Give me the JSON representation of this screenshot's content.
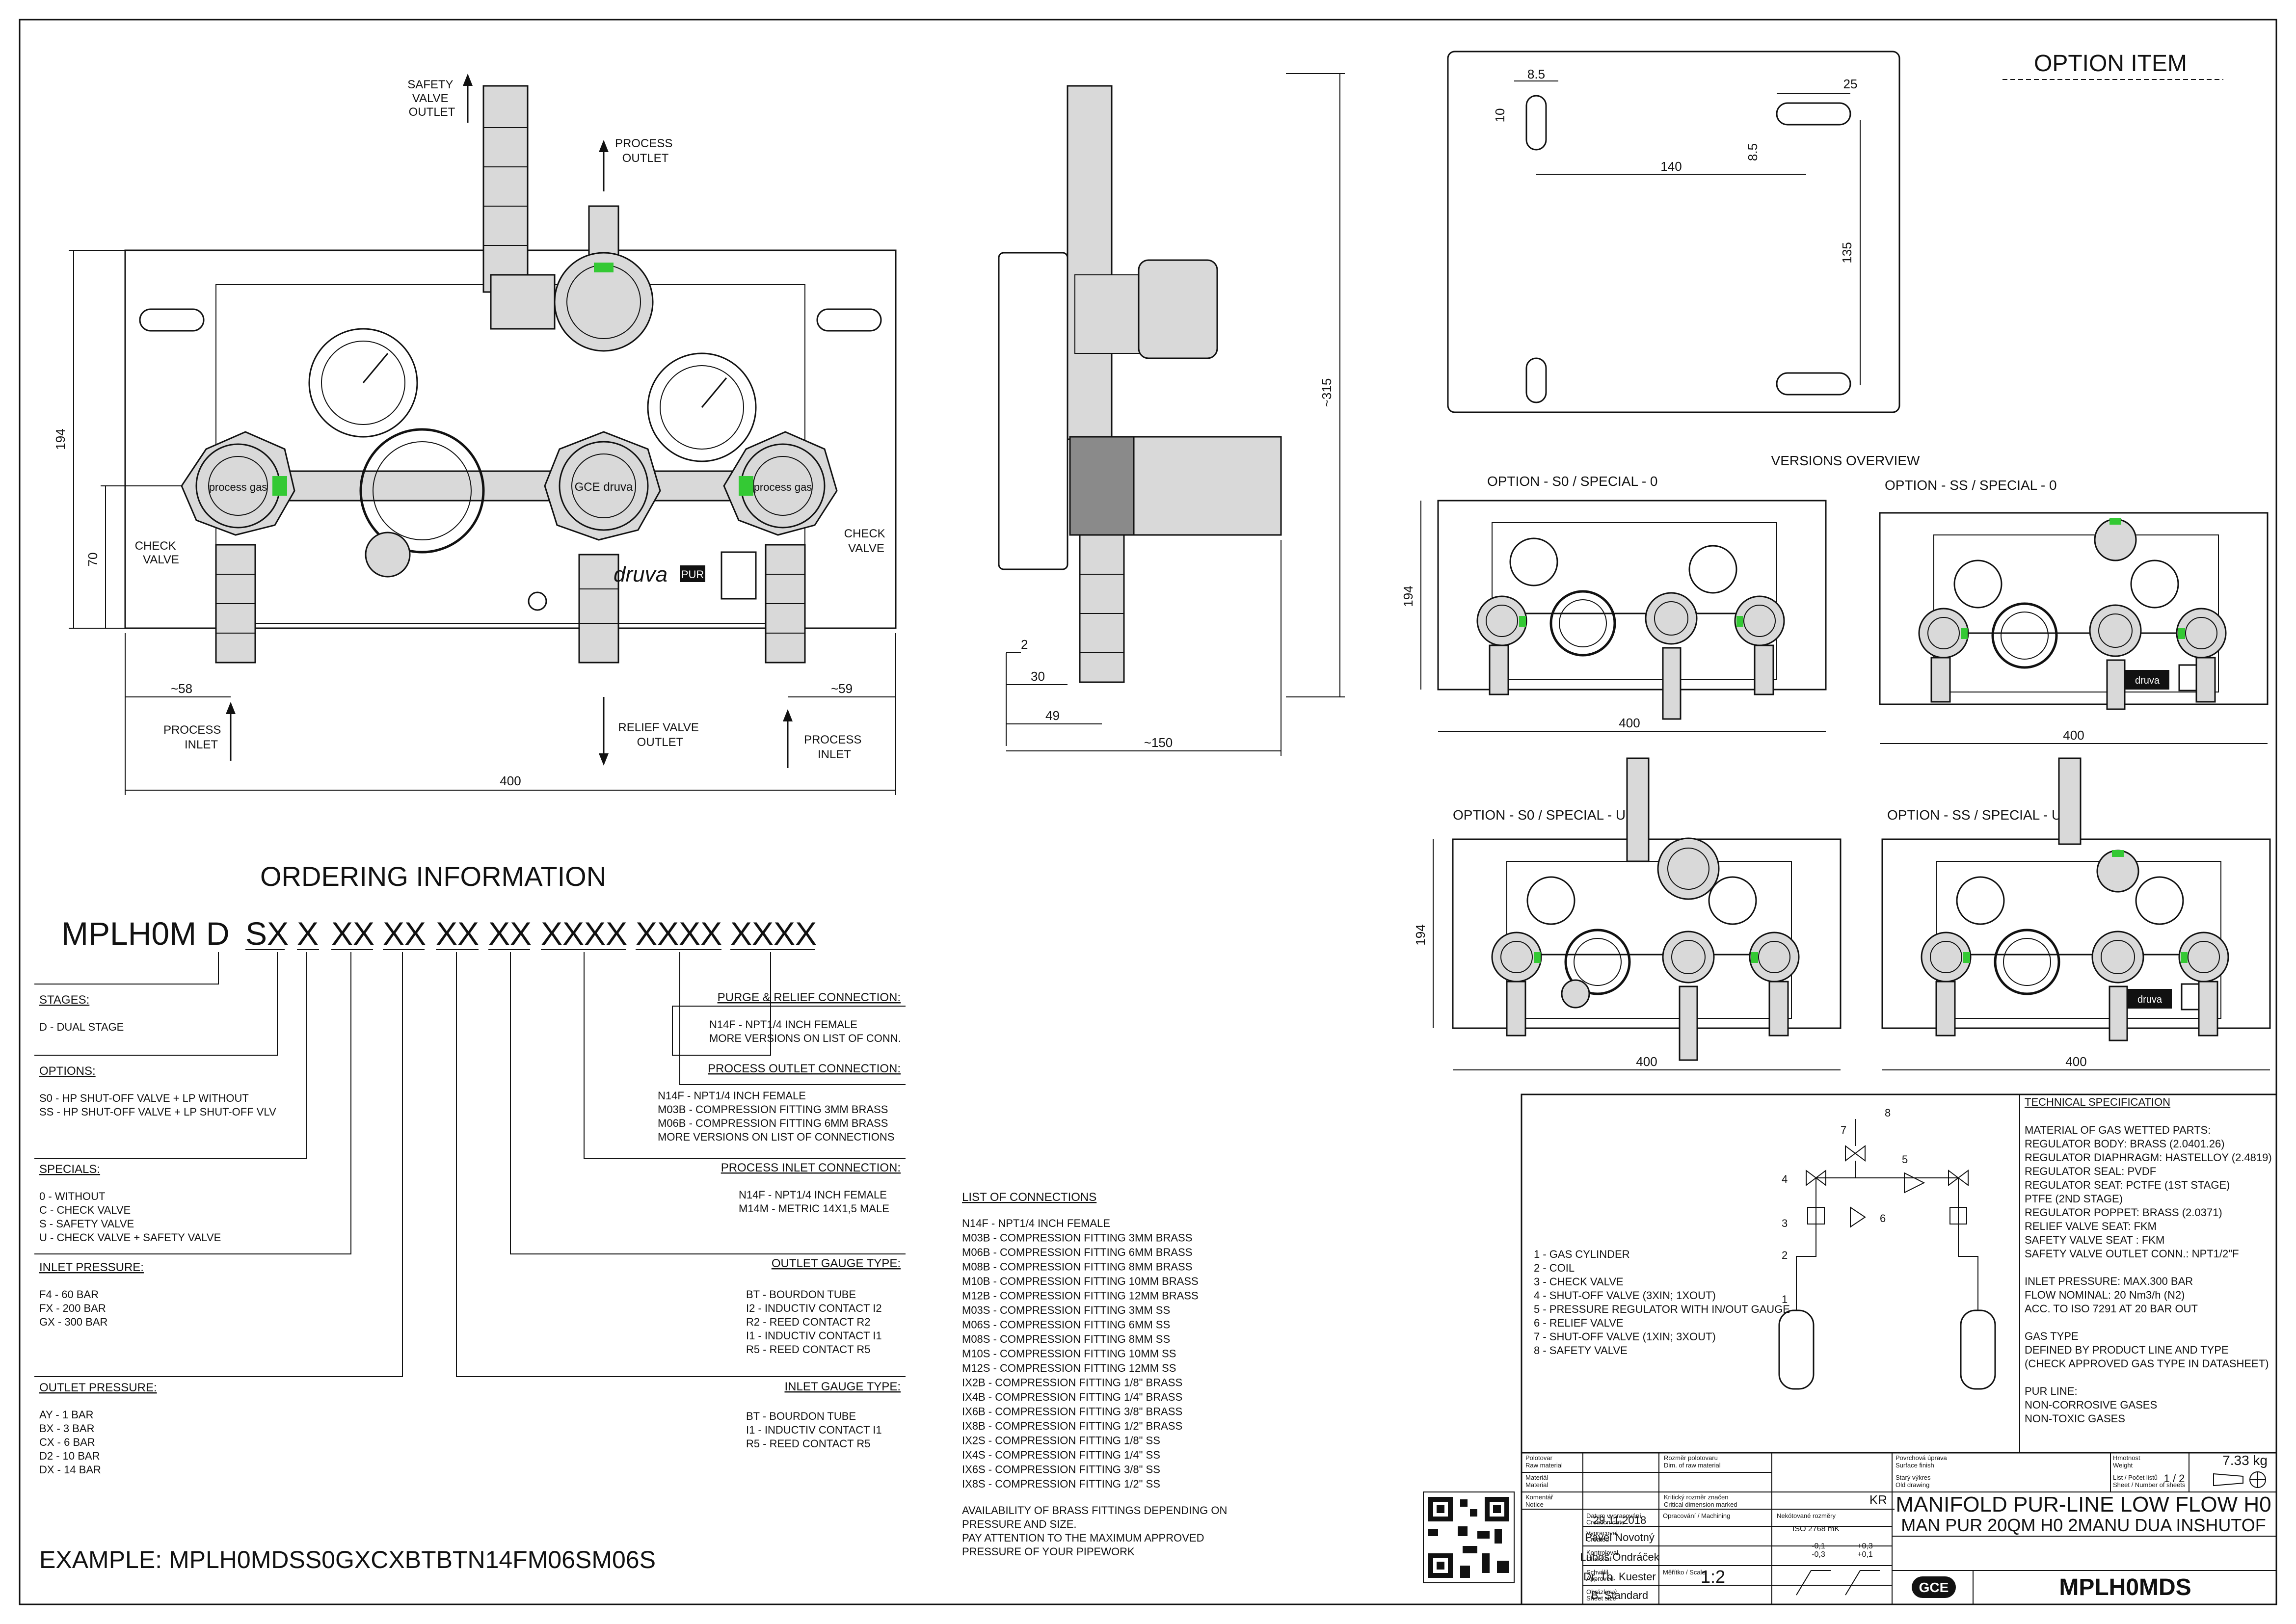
{
  "front_view": {
    "labels": {
      "safety_valve_outlet": [
        "SAFETY",
        "VALVE",
        "OUTLET"
      ],
      "process_outlet": [
        "PROCESS",
        "OUTLET"
      ],
      "check_valve_left": [
        "CHECK",
        "VALVE"
      ],
      "check_valve_right": [
        "CHECK",
        "VALVE"
      ],
      "process_inlet_left": [
        "PROCESS",
        "INLET"
      ],
      "process_inlet_right": [
        "PROCESS",
        "INLET"
      ],
      "relief_valve_outlet": [
        "RELIEF VALVE",
        "OUTLET"
      ],
      "brand": "druva",
      "brand_badge": "PUR",
      "regulator_label": "process gas",
      "center_reg_label": "GCE druva"
    },
    "dims": {
      "height": "194",
      "lower_height": "70",
      "left_offset": "~58",
      "right_offset": "~59",
      "width": "400"
    }
  },
  "side_view": {
    "dims": {
      "height": "~315",
      "d2": "2",
      "d30": "30",
      "d49": "49",
      "depth": "~150"
    }
  },
  "option_item": {
    "title": "OPTION ITEM",
    "dims": {
      "slot_w": "8.5",
      "slot_h": "10",
      "slot_len": "25",
      "slot_h2": "8.5",
      "span_x": "140",
      "span_y": "135"
    }
  },
  "versions": {
    "title": "VERSIONS OVERVIEW",
    "items": [
      {
        "label": "OPTION - S0 / SPECIAL - 0",
        "height": "194",
        "width": "400"
      },
      {
        "label": "OPTION - SS / SPECIAL - 0",
        "height": "",
        "width": "400"
      },
      {
        "label": "OPTION - S0 / SPECIAL - U",
        "height": "194",
        "width": "400"
      },
      {
        "label": "OPTION - SS / SPECIAL - U",
        "height": "",
        "width": "400"
      }
    ]
  },
  "ordering": {
    "title": "ORDERING INFORMATION",
    "code": [
      "MPLH0M",
      "D",
      "SX",
      "X",
      "XX",
      "XX",
      "XX",
      "XX",
      "XXXX",
      "XXXX",
      "XXXX"
    ],
    "stages": {
      "heading": "STAGES:",
      "lines": [
        "D - DUAL STAGE"
      ]
    },
    "options": {
      "heading": "OPTIONS:",
      "lines": [
        "S0 - HP SHUT-OFF VALVE + LP WITHOUT",
        "SS - HP SHUT-OFF VALVE + LP SHUT-OFF VLV"
      ]
    },
    "specials": {
      "heading": "SPECIALS:",
      "lines": [
        "0 - WITHOUT",
        "C - CHECK VALVE",
        "S - SAFETY VALVE",
        "U - CHECK VALVE + SAFETY VALVE"
      ]
    },
    "inlet_pressure": {
      "heading": "INLET PRESSURE:",
      "lines": [
        "F4 - 60 BAR",
        "FX - 200 BAR",
        "GX - 300 BAR"
      ]
    },
    "outlet_pressure": {
      "heading": "OUTLET PRESSURE:",
      "lines": [
        "AY - 1 BAR",
        "BX - 3 BAR",
        "CX - 6 BAR",
        "D2 - 10 BAR",
        "DX - 14 BAR"
      ]
    },
    "purge_relief": {
      "heading": "PURGE & RELIEF CONNECTION:",
      "lines": [
        "N14F - NPT1/4 INCH FEMALE",
        "MORE VERSIONS ON LIST OF CONN."
      ]
    },
    "process_outlet": {
      "heading": "PROCESS OUTLET CONNECTION:",
      "lines": [
        "N14F - NPT1/4 INCH FEMALE",
        "M03B - COMPRESSION FITTING 3MM BRASS",
        "M06B - COMPRESSION FITTING 6MM BRASS",
        "MORE VERSIONS ON LIST OF CONNECTIONS"
      ]
    },
    "process_inlet": {
      "heading": "PROCESS INLET CONNECTION:",
      "lines": [
        "N14F - NPT1/4 INCH FEMALE",
        "M14M - METRIC 14X1,5 MALE"
      ]
    },
    "outlet_gauge": {
      "heading": "OUTLET GAUGE TYPE:",
      "lines": [
        "BT - BOURDON TUBE",
        "I2 - INDUCTIV CONTACT I2",
        "R2 - REED CONTACT R2",
        "I1 - INDUCTIV CONTACT I1",
        "R5 - REED CONTACT R5"
      ]
    },
    "inlet_gauge": {
      "heading": "INLET GAUGE TYPE:",
      "lines": [
        "BT - BOURDON TUBE",
        "I1 - INDUCTIV CONTACT I1",
        "R5 - REED CONTACT R5"
      ]
    },
    "example": "EXAMPLE: MPLH0MDSS0GXCXBTBTN14FM06SM06S"
  },
  "connections": {
    "heading": "LIST OF CONNECTIONS",
    "lines": [
      "N14F - NPT1/4 INCH FEMALE",
      "M03B - COMPRESSION FITTING 3MM BRASS",
      "M06B - COMPRESSION FITTING 6MM BRASS",
      "M08B - COMPRESSION FITTING 8MM BRASS",
      "M10B - COMPRESSION FITTING 10MM BRASS",
      "M12B - COMPRESSION FITTING 12MM BRASS",
      "M03S - COMPRESSION FITTING 3MM SS",
      "M06S - COMPRESSION FITTING 6MM SS",
      "M08S - COMPRESSION FITTING 8MM SS",
      "M10S - COMPRESSION FITTING 10MM SS",
      "M12S - COMPRESSION FITTING 12MM SS",
      "IX2B - COMPRESSION FITTING 1/8\" BRASS",
      "IX4B - COMPRESSION FITTING 1/4\" BRASS",
      "IX6B - COMPRESSION FITTING 3/8\" BRASS",
      "IX8B - COMPRESSION FITTING 1/2\" BRASS",
      "IX2S - COMPRESSION FITTING 1/8\" SS",
      "IX4S - COMPRESSION FITTING 1/4\" SS",
      "IX6S - COMPRESSION FITTING 3/8\" SS",
      "IX8S - COMPRESSION FITTING 1/2\" SS"
    ],
    "note": [
      "AVAILABILITY OF BRASS FITTINGS DEPENDING ON",
      "PRESSURE AND SIZE.",
      "PAY ATTENTION TO THE MAXIMUM APPROVED",
      "PRESSURE OF YOUR PIPEWORK"
    ]
  },
  "schematic": {
    "legend": [
      "1 - GAS CYLINDER",
      "2 - COIL",
      "3 - CHECK VALVE",
      "4 - SHUT-OFF VALVE (3XIN; 1XOUT)",
      "5 - PRESSURE REGULATOR WITH IN/OUT GAUGE",
      "6 - RELIEF VALVE",
      "7 - SHUT-OFF VALVE (1XIN; 3XOUT)",
      "8 - SAFETY VALVE"
    ],
    "numbers": [
      "1",
      "2",
      "3",
      "4",
      "5",
      "6",
      "7",
      "8"
    ]
  },
  "tech_spec": {
    "heading": "TECHNICAL SPECIFICATION",
    "lines": [
      "MATERIAL OF GAS WETTED PARTS:",
      "REGULATOR BODY: BRASS (2.0401.26)",
      "REGULATOR DIAPHRAGM: HASTELLOY (2.4819)",
      "REGULATOR SEAL: PVDF",
      "REGULATOR SEAT: PCTFE (1ST STAGE)",
      "PTFE (2ND STAGE)",
      "REGULATOR POPPET: BRASS (2.0371)",
      "RELIEF VALVE SEAT: FKM",
      "SAFETY VALVE SEAT : FKM",
      "SAFETY VALVE  OUTLET CONN.: NPT1/2\"F",
      "",
      "INLET PRESSURE: MAX.300 BAR",
      "FLOW NOMINAL: 20 Nm3/h (N2)",
      "ACC. TO ISO 7291 AT 20 BAR OUT",
      "",
      "GAS TYPE",
      "DEFINED BY PRODUCT LINE AND TYPE",
      "(CHECK APPROVED GAS TYPE IN DATASHEET)",
      "",
      "PUR LINE:",
      "NON-CORROSIVE GASES",
      "NON-TOXIC GASES"
    ]
  },
  "title_block": {
    "weight": "7.33 kg",
    "sheet": "1 / 2",
    "scale": "1:2",
    "revision": "KR",
    "date": "29.11.2018",
    "drawn_by": "Pavel Novotný",
    "checked_by": "Luboš Ondráček",
    "approved_by": "Dr. Th. Kuester",
    "standard": "B: Standard",
    "tolerance": "ISO 2768 mK",
    "tol_a": "-0,1",
    "tol_b": "+0,3",
    "tol_c": "-0,3",
    "tol_d": "+0,1",
    "title1": "MANIFOLD PUR-LINE LOW FLOW H0",
    "title2": "MAN PUR 20QM H0 2MANU DUA INSHUTOF",
    "part_no": "MPLH0MDS",
    "logo": "GCE",
    "small_labels": [
      "Povrchová úprava",
      "Surface finish",
      "Starý výkres",
      "Old drawing",
      "Hmotnost",
      "Weight",
      "List / Počet listů",
      "Sheet / Number of sheets",
      "Polotovar",
      "Raw material",
      "Materiál",
      "Material",
      "Komentář",
      "Notice",
      "Rozměr polotovaru",
      "Dim. of raw material",
      "Kritický rozměr značen",
      "Critical dimension marked",
      "Datum vypracování",
      "Creation date",
      "Vypracoval",
      "Created",
      "Kontroloval",
      "Checked",
      "Schválil",
      "Approved",
      "Obrázkový",
      "Sheet size",
      "Opracování / Machining",
      "Nekótované rozměry",
      "Měřítko / Scale"
    ]
  },
  "colors": {
    "accent_green": "#34c934",
    "line": "#111111",
    "grey": "#d9d9d9"
  }
}
